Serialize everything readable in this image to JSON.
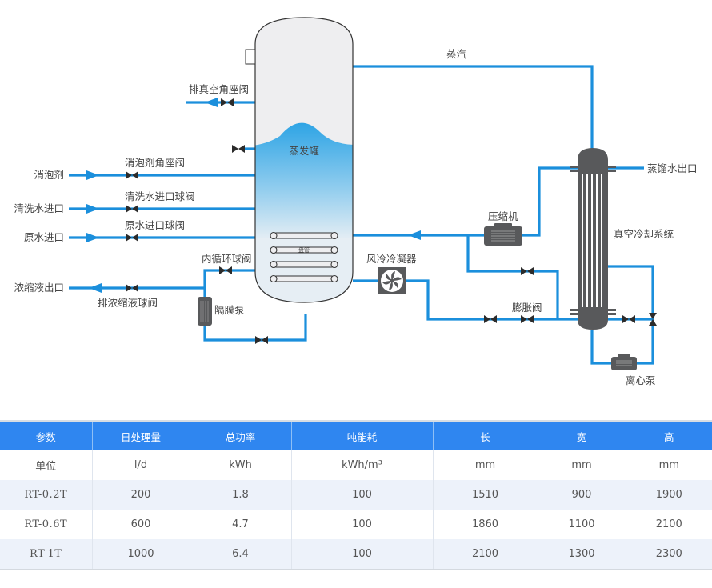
{
  "diagram": {
    "title": "蒸发罐",
    "coil_label": "盘管",
    "labels": {
      "steam": "蒸汽",
      "vacuum_exhaust_valve": "排真空角座阀",
      "defoamer": "消泡剂",
      "defoamer_valve": "消泡剂角座阀",
      "cleaning_water_inlet": "清洗水进口",
      "cleaning_water_valve": "清洗水进口球阀",
      "raw_water_inlet": "原水进口",
      "raw_water_valve": "原水进口球阀",
      "internal_circulation_valve": "内循环球阀",
      "concentrate_outlet": "浓缩液出口",
      "concentrate_valve": "排浓缩液球阀",
      "diaphragm_pump": "隔膜泵",
      "air_cooled_condenser": "风冷冷凝器",
      "compressor": "压缩机",
      "expansion_valve": "膨胀阀",
      "distilled_water_outlet": "蒸馏水出口",
      "vacuum_cooling_system": "真空冷却系统",
      "centrifugal_pump": "离心泵"
    },
    "colors": {
      "pipe": "#1b8fdc",
      "equipment": "#58595b",
      "liquid_top": "#2fa6e6",
      "tank_body": "#eeeef0"
    }
  },
  "table": {
    "headers": [
      "参数",
      "日处理量",
      "总功率",
      "吨能耗",
      "长",
      "宽",
      "高"
    ],
    "rows": [
      [
        "单位",
        "l/d",
        "kWh",
        "kWh/m³",
        "mm",
        "mm",
        "mm"
      ],
      [
        "RT-0.2T",
        "200",
        "1.8",
        "100",
        "1510",
        "900",
        "1900"
      ],
      [
        "RT-0.6T",
        "600",
        "4.7",
        "100",
        "1860",
        "1100",
        "2100"
      ],
      [
        "RT-1T",
        "1000",
        "6.4",
        "100",
        "2100",
        "1300",
        "2300"
      ]
    ],
    "header_color": "#2f86f0",
    "alt_row_color": "#edf2fa"
  }
}
